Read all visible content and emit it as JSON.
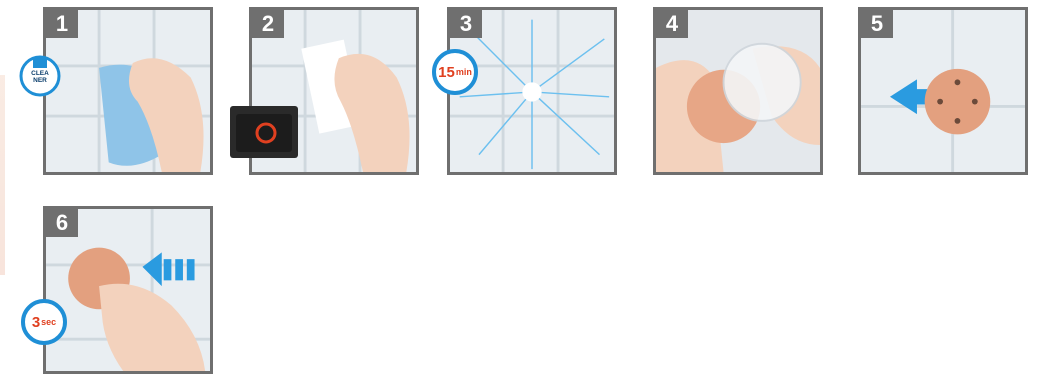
{
  "steps": [
    {
      "number": "1",
      "icon": "cleaner-spray-icon",
      "badge_text": "CLEA\nNER"
    },
    {
      "number": "2",
      "icon": "cleaning-wipe-icon"
    },
    {
      "number": "3",
      "icon": "timer-icon",
      "timer_value": "15",
      "timer_unit": "min"
    },
    {
      "number": "4",
      "icon": "adhesive-pad-icon"
    },
    {
      "number": "5",
      "icon": "press-arrow-icon"
    },
    {
      "number": "6",
      "icon": "timer-icon",
      "timer_value": "3",
      "timer_unit": "sec"
    }
  ],
  "colors": {
    "frame": "#6f6f6f",
    "timer_blue": "#1f8fd6",
    "timer_text": "#e04020",
    "copper": "#d9967a",
    "arrow_blue": "#2a9be0"
  }
}
